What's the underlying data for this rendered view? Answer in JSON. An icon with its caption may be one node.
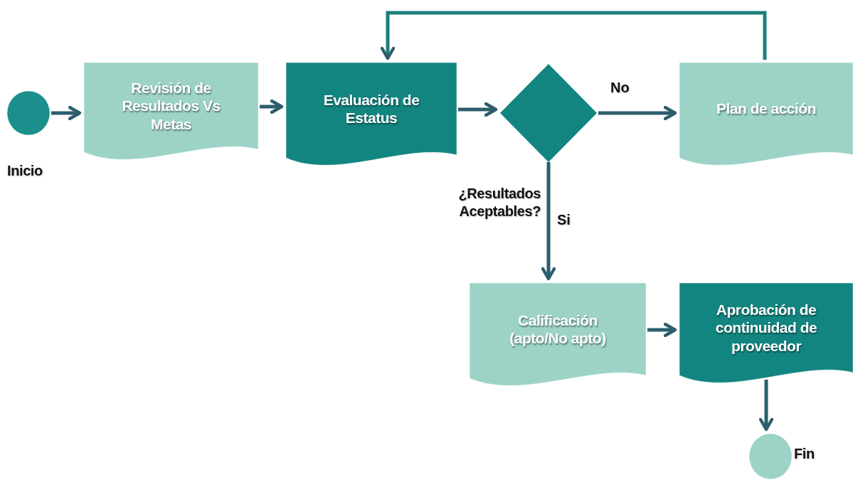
{
  "diagram": {
    "nodes": [
      {
        "text": [],
        "shape": "circle",
        "beside": [
          "Inicio"
        ]
      },
      {
        "text": [
          "Revisión de Resultados Vs Metas"
        ]
      },
      {
        "text": [
          "Evaluación de Estatus"
        ]
      },
      {
        "text": [],
        "shape": "diamond",
        "beside": [
          "¿Resultados Aceptables?"
        ]
      },
      {
        "text": [
          "Plan de acción"
        ]
      },
      {
        "text": [
          "Calificación (apto/No apto)"
        ]
      },
      {
        "text": [
          "Aprobación de continuidad de proveedor"
        ]
      },
      {
        "text": [],
        "shape": "circle",
        "beside": [
          "Fin"
        ]
      }
    ],
    "edges": [
      {
        "from": 0,
        "to": 1,
        "arrow": "to"
      },
      {
        "from": 1,
        "to": 2,
        "arrow": "to"
      },
      {
        "from": 2,
        "to": 3,
        "arrow": "to"
      },
      {
        "from": 3,
        "to": 4,
        "arrow": "to",
        "label": "No"
      },
      {
        "from": 4,
        "to": 2,
        "arrow": "to"
      },
      {
        "from": 3,
        "to": 5,
        "arrow": "to",
        "label": "Si"
      },
      {
        "from": 5,
        "to": 6,
        "arrow": "to"
      },
      {
        "from": 6,
        "to": 7,
        "arrow": "to"
      }
    ]
  }
}
